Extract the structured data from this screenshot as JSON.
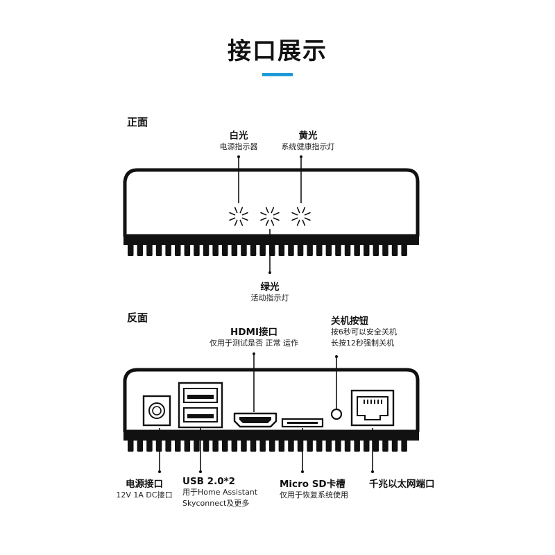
{
  "page": {
    "title": "接口展示",
    "accent_color": "#1e9bd7"
  },
  "front": {
    "section_label": "正面",
    "labels": [
      {
        "title": "白光",
        "desc": "电源指示器"
      },
      {
        "title": "黄光",
        "desc": "系统健康指示灯"
      },
      {
        "title": "绿光",
        "desc": "活动指示灯"
      }
    ]
  },
  "back": {
    "section_label": "反面",
    "hdmi": {
      "title": "HDMI接口",
      "desc": "仅用于测试是否 正常 运作"
    },
    "power_button": {
      "title": "关机按钮",
      "desc_lines": [
        "按6秒可以安全关机",
        "长按12秒强制关机"
      ]
    },
    "power_port": {
      "title": "电源接口",
      "desc": "12V 1A DC接口"
    },
    "usb": {
      "title": "USB 2.0*2",
      "desc_lines": [
        "用于Home Assistant",
        "Skyconnect及更多"
      ]
    },
    "microsd": {
      "title": "Micro SD卡槽",
      "desc": "仅用于恢复系统使用"
    },
    "ethernet": {
      "title": "千兆以太网端口"
    }
  },
  "icons": [
    "led-sparkle-icon",
    "usb-port-icon",
    "hdmi-port-icon",
    "ethernet-port-icon",
    "dc-jack-icon"
  ]
}
